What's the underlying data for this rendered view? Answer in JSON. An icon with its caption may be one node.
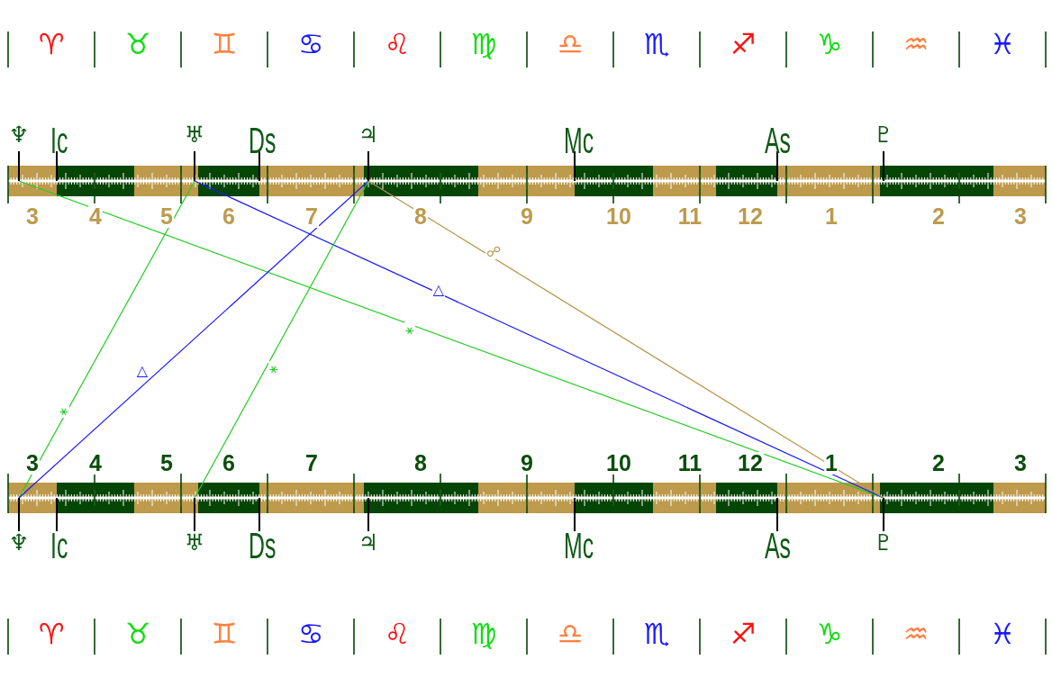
{
  "diagram": {
    "nodes": [
      {
        "text": [
          "♆"
        ]
      },
      {
        "text": [
          "♅"
        ]
      },
      {
        "text": [
          "♃"
        ]
      },
      {
        "text": [
          "♆"
        ]
      },
      {
        "text": [
          "♅"
        ]
      },
      {
        "text": [
          "♇"
        ]
      }
    ],
    "edges": [
      {
        "from": 0,
        "to": 5,
        "arrow": "none",
        "label": "⚹"
      },
      {
        "from": 1,
        "to": 5,
        "arrow": "none",
        "label": "△",
        "color": "#1a1aff"
      },
      {
        "from": 2,
        "to": 5,
        "arrow": "none",
        "label": "☍",
        "color": "#b8954a"
      },
      {
        "from": 1,
        "to": 3,
        "arrow": "none",
        "label": "⚹"
      },
      {
        "from": 2,
        "to": 3,
        "arrow": "none",
        "label": "△",
        "color": "#1a1aff"
      },
      {
        "from": 2,
        "to": 4,
        "arrow": "none",
        "label": "⚹"
      }
    ],
    "labels": [
      "♈",
      "♉",
      "♊",
      "♋",
      "♌",
      "♍",
      "♎",
      "♏",
      "♐",
      "♑",
      "♒",
      "♓",
      "Ic",
      "Ds",
      "Mc",
      "As",
      "♇",
      "3",
      "4",
      "5",
      "6",
      "7",
      "8",
      "9",
      "10",
      "11",
      "12",
      "1",
      "2",
      "3",
      "3",
      "4",
      "5",
      "6",
      "7",
      "8",
      "9",
      "10",
      "11",
      "12",
      "1",
      "2",
      "3",
      "Ic",
      "Ds",
      "♃",
      "Mc",
      "As",
      "♈",
      "♉",
      "♊",
      "♋",
      "♌",
      "♍",
      "♎",
      "♏",
      "♐",
      "♑",
      "♒",
      "♓"
    ]
  }
}
